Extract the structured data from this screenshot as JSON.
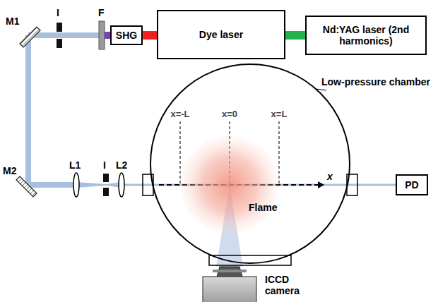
{
  "diagram": {
    "nodes": [
      {
        "text": [
          "SHG"
        ]
      },
      {
        "text": [
          "Dye laser"
        ]
      },
      {
        "text": [
          "Nd:YAG laser (2nd harmonics)"
        ]
      },
      {
        "text": [
          "Low-pressure chamber"
        ]
      },
      {
        "text": [
          "Flame"
        ],
        "in": 3
      },
      {
        "text": [
          "PD"
        ]
      },
      {
        "text": [
          "ICCD camera"
        ]
      }
    ],
    "edges": [
      {
        "from": 2,
        "to": 1,
        "arrow": "none"
      },
      {
        "from": 1,
        "to": 0,
        "arrow": "none"
      },
      {
        "from": 3,
        "to": 5,
        "arrow": "none"
      }
    ],
    "labels": [
      "M1",
      "I",
      "F",
      "M2",
      "L1",
      "I",
      "L2",
      "x=-L",
      "x=0",
      "x=L",
      "x"
    ]
  }
}
